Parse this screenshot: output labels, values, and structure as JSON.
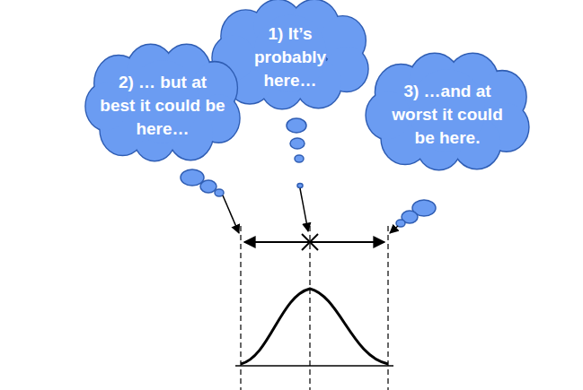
{
  "diagram": {
    "nodes": [
      {
        "text": [
          "1) It’s probably here…"
        ]
      },
      {
        "text": [
          "2) … but at best it could be here…"
        ]
      },
      {
        "text": [
          "3) …and at worst it could be here."
        ]
      }
    ]
  }
}
